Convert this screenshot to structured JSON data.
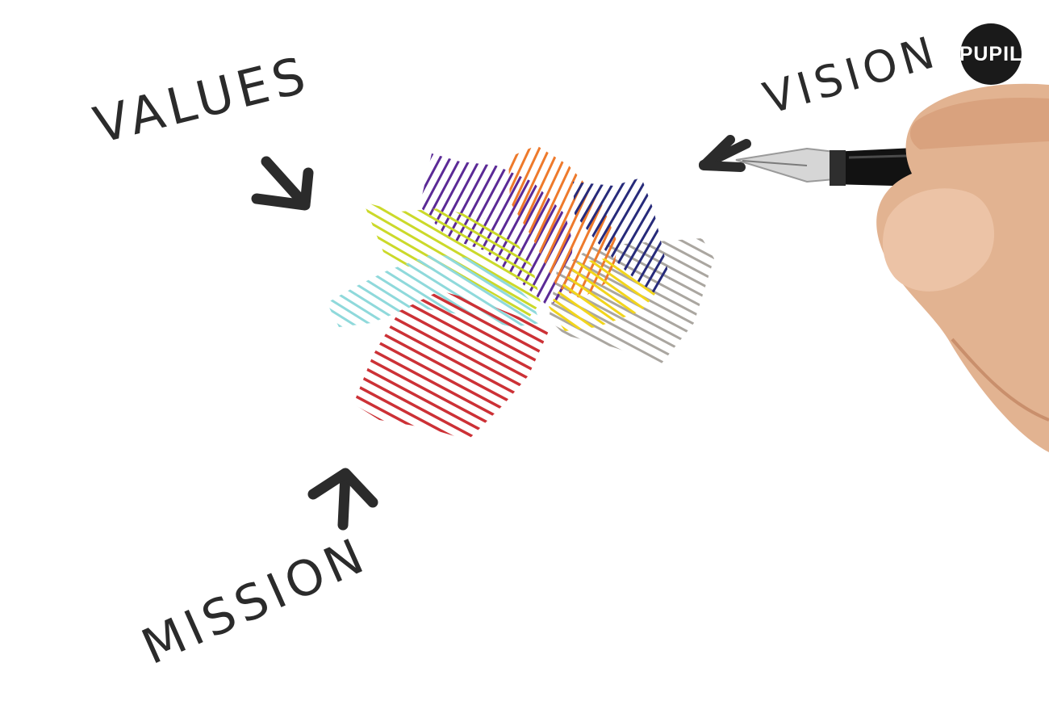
{
  "labels": {
    "values": "VALUES",
    "vision": "VISION",
    "mission": "MISSION"
  },
  "logo": {
    "text": "PUPIL"
  },
  "colors": {
    "ink": "#2b2b2b",
    "purple": "#5b2a96",
    "orange": "#ee7a2c",
    "navy": "#272b7a",
    "yellow_green": "#cbd92a",
    "cyan": "#8fd9db",
    "yellow": "#f2d51c",
    "gray": "#aaa6a0",
    "red": "#cc3136"
  },
  "icons": [
    "arrow-down-right-icon",
    "arrow-left-icon",
    "arrow-up-icon",
    "pen-icon",
    "hand-icon"
  ]
}
